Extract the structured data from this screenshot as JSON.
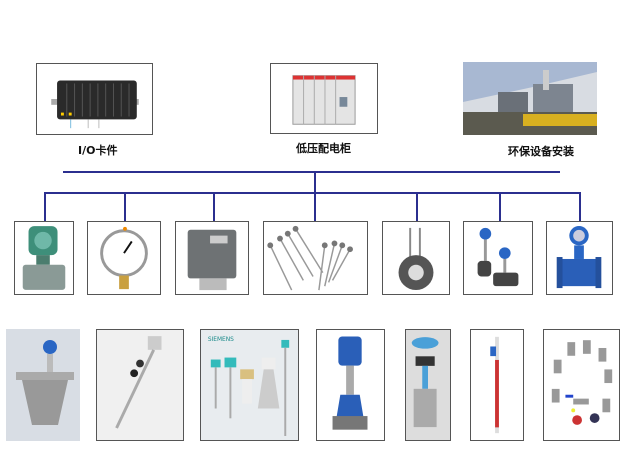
{
  "top_row": [
    {
      "label": "I/O卡件",
      "icon": "io-card-module"
    },
    {
      "label": "低压配电柜",
      "icon": "low-voltage-cabinet"
    },
    {
      "label": "环保设备安装",
      "icon": "environmental-equipment-photo"
    }
  ],
  "instruments_row": [
    {
      "icon": "pressure-transmitter"
    },
    {
      "icon": "pressure-gauge"
    },
    {
      "icon": "pressure-switch"
    },
    {
      "icon": "thermocouples"
    },
    {
      "icon": "orifice-plate"
    },
    {
      "icon": "vortex-flowmeter"
    },
    {
      "icon": "electromagnetic-flowmeter"
    }
  ],
  "equipment_row": [
    {
      "icon": "coriolis-flowmeter"
    },
    {
      "icon": "insertion-probe"
    },
    {
      "icon": "level-sensors",
      "brand": "SIEMENS"
    },
    {
      "icon": "electric-control-valve"
    },
    {
      "icon": "pneumatic-control-valve"
    },
    {
      "icon": "magnetic-level-gauge"
    },
    {
      "icon": "valves-fittings"
    }
  ],
  "colors": {
    "connector": "#2b2f8f",
    "border": "#555555"
  }
}
